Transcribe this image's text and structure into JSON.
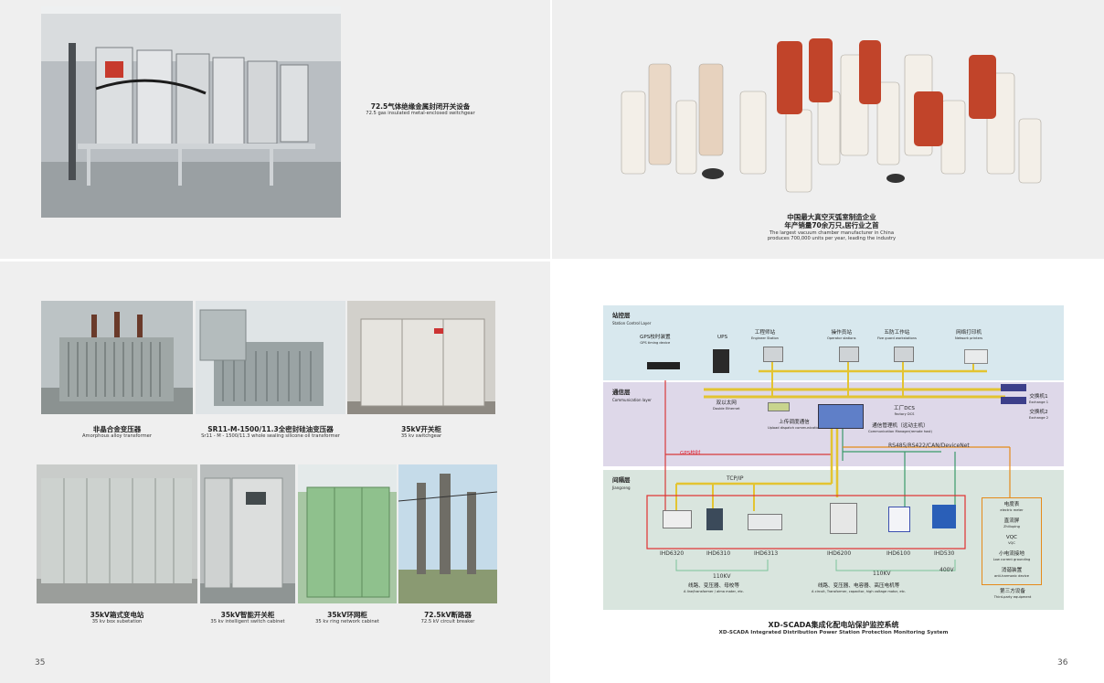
{
  "top_left": {
    "caption_zh": "72.5气体绝缘金属封闭开关设备",
    "caption_en": "72.5 gas insulated metal-enclosed switchgear"
  },
  "top_right": {
    "caption_zh_1": "中国最大真空灭弧室制造企业",
    "caption_zh_2": "年产销量70余万只,居行业之首",
    "caption_en_1": "The largest vacuum chamber manufacturer in China",
    "caption_en_2": "produces 700,000 units per year, leading the industry"
  },
  "products_row1": [
    {
      "zh": "非晶合金变压器",
      "en": "Amorphous alloy transformer"
    },
    {
      "zh": "SR11-M-1500/11.3全密封硅油变压器",
      "en": "Sr11 - M - 1500/11.3 whole sealing silicone oil transformer"
    },
    {
      "zh": "35kV开关柜",
      "en": "35 kv switchgear"
    }
  ],
  "products_row2": [
    {
      "zh": "35kV箱式变电站",
      "en": "35 kv box subetation"
    },
    {
      "zh": "35kV智能开关柜",
      "en": "35 kv intelligent switch cabinet"
    },
    {
      "zh": "35kV环网柜",
      "en": "35 kv ring network cabinet"
    },
    {
      "zh": "72.5kV断路器",
      "en": "72.5 kV circuit breaker"
    }
  ],
  "page_left": "35",
  "page_right": "36",
  "diagram": {
    "layer1": {
      "zh": "站控层",
      "en": "Station Control Layer"
    },
    "layer2": {
      "zh": "通信层",
      "en": "Communication layer"
    },
    "layer3": {
      "zh": "间隔层",
      "en": "Jiangceng"
    },
    "gps": {
      "zh": "GPS校时装置",
      "en": "GPS timing device"
    },
    "ups": "UPS",
    "engineer": {
      "zh": "工程师站",
      "en": "Engineer Station"
    },
    "operator": {
      "zh": "操作员站",
      "en": "Operator stations"
    },
    "fiveguard": {
      "zh": "五防工作站",
      "en": "Five guard workstations"
    },
    "printer": {
      "zh": "网络打印机",
      "en": "Network printers"
    },
    "switch1": {
      "zh": "交换机1",
      "en": "Exchange 1"
    },
    "switch2": {
      "zh": "交换机2",
      "en": "Exchange 2"
    },
    "ethernet": {
      "zh": "双以太网",
      "en": "Double Ethernet"
    },
    "dispatch": {
      "zh": "上传调度通信",
      "en": "Upload dispatch communication"
    },
    "factory": {
      "zh": "工厂DCS",
      "en": "Factory DCS"
    },
    "commgr": {
      "zh": "通信管理机（远动主机）",
      "en": "Communication Manager(remote host)"
    },
    "protocols": "RS485/RS422/CAN/DeviceNet",
    "gps_sync": "GPS校时",
    "tcpip": "TCP/IP",
    "devices": [
      "IHD6320",
      "IHD6310",
      "IHD6313",
      "IHD6200",
      "IHD6100",
      "IHD530"
    ],
    "kv110_a": "110KV",
    "kv110_b": "110KV",
    "kv400": "400V",
    "line_a": {
      "zh": "线路、变压器、母校等",
      "en": "A line/transformer / alma mater, etc."
    },
    "line_b": {
      "zh": "线路、变压器、电容器、高压电机等",
      "en": "A circuit, Transformer, capacitor, high voltage motor, etc."
    },
    "third_party": [
      {
        "zh": "电度表",
        "en": "electric meter"
      },
      {
        "zh": "直流屏",
        "en": "Zhiliuping"
      },
      {
        "zh": "VQC",
        "en": "VQC"
      },
      {
        "zh": "小电流接地",
        "en": "Low current grounding"
      },
      {
        "zh": "消谐装置",
        "en": "anti-harmonic device"
      }
    ],
    "third_label": {
      "zh": "第三方设备",
      "en": "Third-party equipment"
    },
    "title_zh": "XD-SCADA集成化配电站保护监控系统",
    "title_en": "XD-SCADA Integrated Distribution Power Station Protection Monitoring System"
  }
}
